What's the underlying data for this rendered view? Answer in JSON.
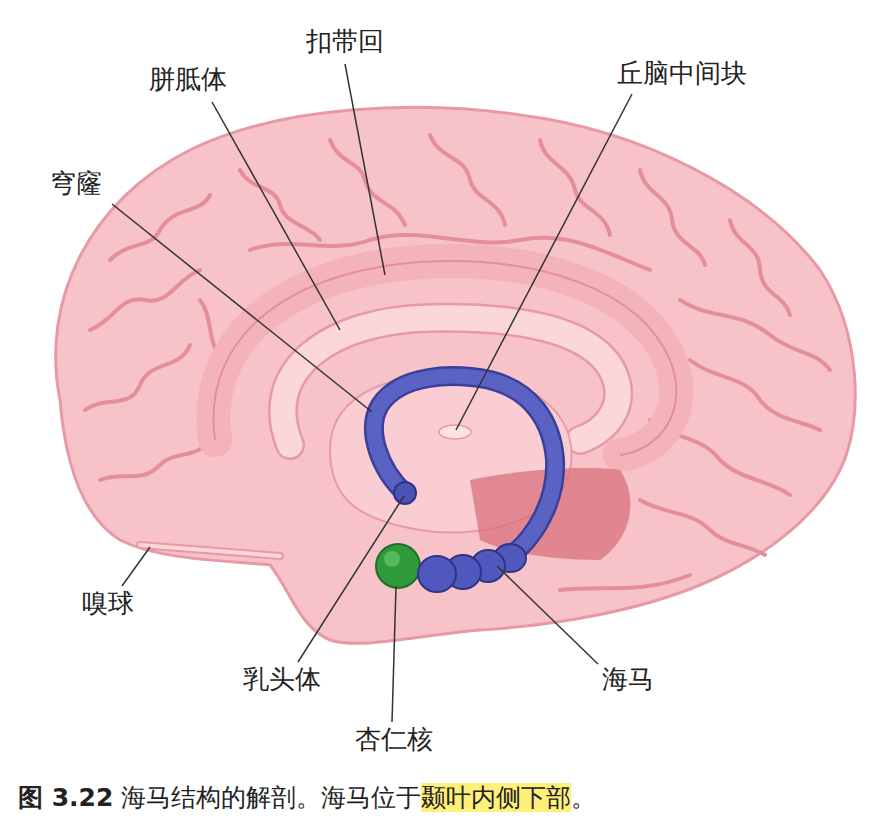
{
  "diagram": {
    "caption": "图 3.22 海马结构的解剖。海马位于颞叶内侧下部。",
    "labels": [
      "扣带回",
      "胼胝体",
      "丘脑中间块",
      "穹窿",
      "嗅球",
      "乳头体",
      "海马",
      "杏仁核"
    ]
  }
}
